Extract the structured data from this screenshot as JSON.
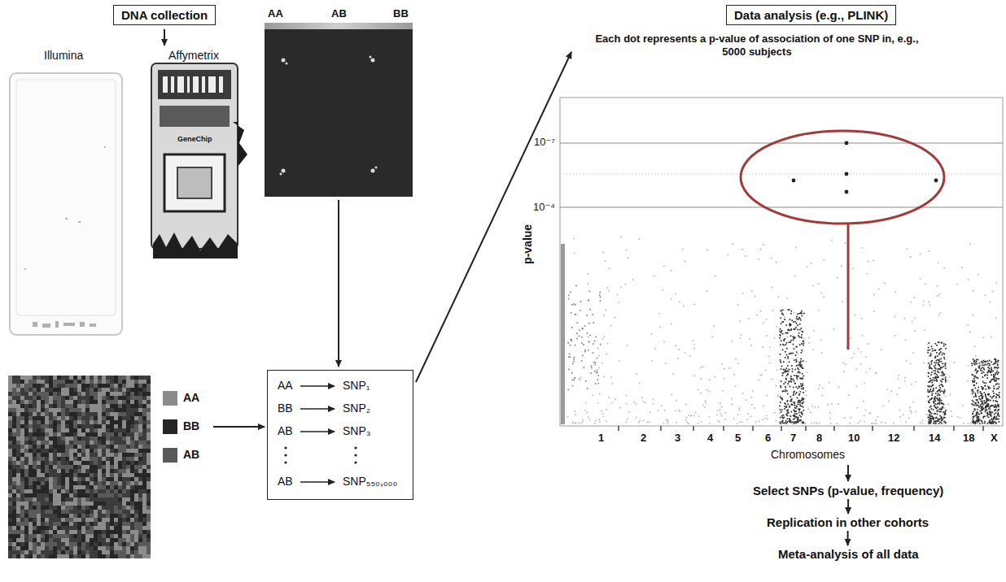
{
  "diagram": {
    "nodes": [
      {
        "text": [
          "DNA collection"
        ]
      },
      {
        "text": [
          "AA",
          "SNP₁",
          "BB",
          "SNP₂",
          "AB",
          "SNP₃",
          "AB",
          "SNP₅₅₀,₀₀₀"
        ]
      },
      {
        "text": [
          "Data analysis (e.g., PLINK)"
        ]
      },
      {
        "text": [
          "Select SNPs (p-value, frequency)"
        ]
      },
      {
        "text": [
          "Replication in other cohorts"
        ]
      },
      {
        "text": [
          "Meta-analysis of all data"
        ]
      }
    ],
    "edges": [
      {
        "from": 3,
        "to": 4,
        "arrow": "to"
      },
      {
        "from": 4,
        "to": 5,
        "arrow": "to"
      }
    ],
    "labels": [
      "Illumina",
      "Affymetrix",
      "GeneChip",
      "AA",
      "AB",
      "BB",
      "Each dot represents a p-value of association of one SNP in, e.g., 5000 subjects",
      "10⁻⁷",
      "10⁻⁴",
      "p-value",
      "1",
      "2",
      "3",
      "4",
      "5",
      "6",
      "7",
      "8",
      "10",
      "12",
      "14",
      "18",
      "X",
      "Chromosomes"
    ],
    "legend": [
      {
        "text": "AA",
        "color": "#8c8c8c"
      },
      {
        "text": "BB",
        "color": "#262626"
      },
      {
        "text": "AB",
        "color": "#5a5a5a"
      }
    ]
  }
}
